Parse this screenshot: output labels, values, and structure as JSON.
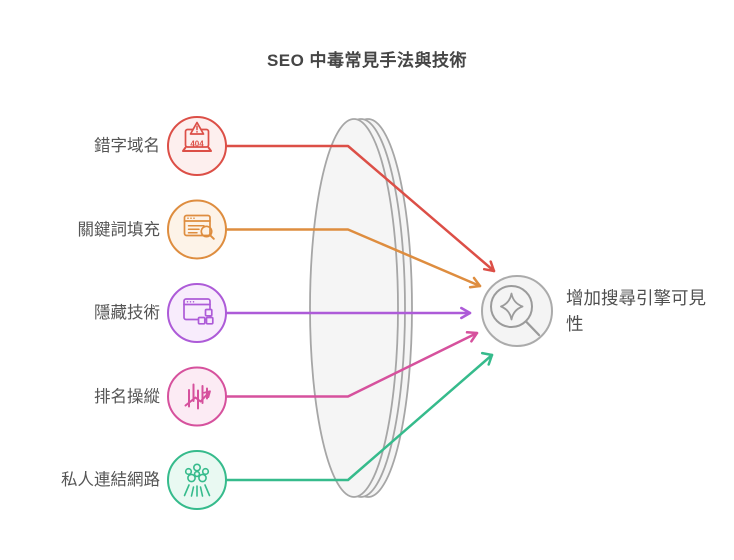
{
  "title": "SEO 中毒常見手法與技術",
  "items": [
    {
      "label": "錯字域名",
      "icon": "laptop-404-icon",
      "color": "#dc4f47",
      "fill": "#fdefee",
      "icon_text": "404"
    },
    {
      "label": "關鍵詞填充",
      "icon": "browser-search-icon",
      "color": "#de8d3f",
      "fill": "#fdf3e8"
    },
    {
      "label": "隱藏技術",
      "icon": "hidden-window-icon",
      "color": "#ad5bd8",
      "fill": "#f8ecfc"
    },
    {
      "label": "排名操縱",
      "icon": "chart-manipulation-icon",
      "color": "#d6519d",
      "fill": "#fcebf4"
    },
    {
      "label": "私人連結網路",
      "icon": "people-network-icon",
      "color": "#36bb8c",
      "fill": "#e9f9f2"
    }
  ],
  "outcome": {
    "label": "增加搜尋引擎可見性",
    "icon": "sparkle-magnifier-icon",
    "circle_stroke": "#ababab",
    "circle_fill": "#f4f4f4",
    "icon_stroke": "#9b9b9b"
  },
  "lens": {
    "stroke": "#a6a6a6",
    "fill": "#f5f5f5"
  }
}
